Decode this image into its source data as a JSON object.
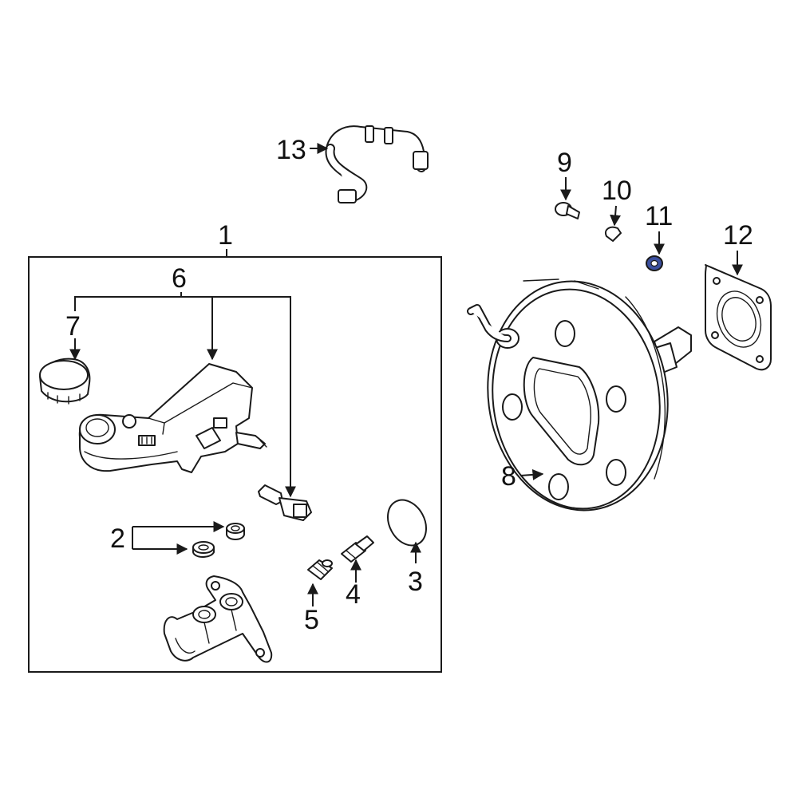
{
  "colors": {
    "ink": "#1a1a1a",
    "background": "#ffffff",
    "highlight": "#3b4f9e"
  },
  "callouts": {
    "c1": "1",
    "c2": "2",
    "c3": "3",
    "c4": "4",
    "c5": "5",
    "c6": "6",
    "c7": "7",
    "c8": "8",
    "c9": "9",
    "c10": "10",
    "c11": "11",
    "c12": "12",
    "c13": "13"
  },
  "highlighted_part": "11"
}
